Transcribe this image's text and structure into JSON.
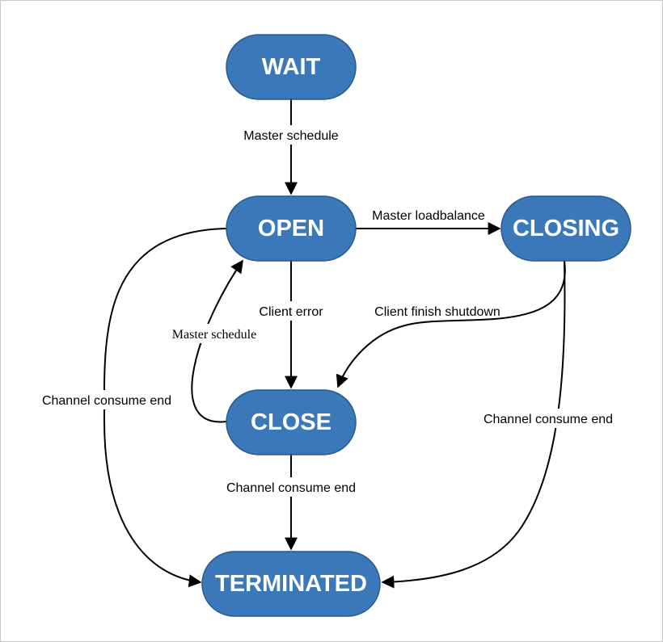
{
  "states": {
    "wait": "WAIT",
    "open": "OPEN",
    "closing": "CLOSING",
    "close": "CLOSE",
    "terminated": "TERMINATED"
  },
  "transitions": {
    "wait_to_open": "Master schedule",
    "open_to_closing": "Master loadbalance",
    "open_to_close": "Client error",
    "close_to_open": "Master schedule",
    "closing_to_close": "Client finish shutdown",
    "open_to_terminated": "Channel consume end",
    "closing_to_terminated": "Channel consume end",
    "close_to_terminated": "Channel consume end"
  },
  "colors": {
    "state_fill": "#3b78b9",
    "state_text": "#ffffff",
    "edge": "#000000"
  }
}
